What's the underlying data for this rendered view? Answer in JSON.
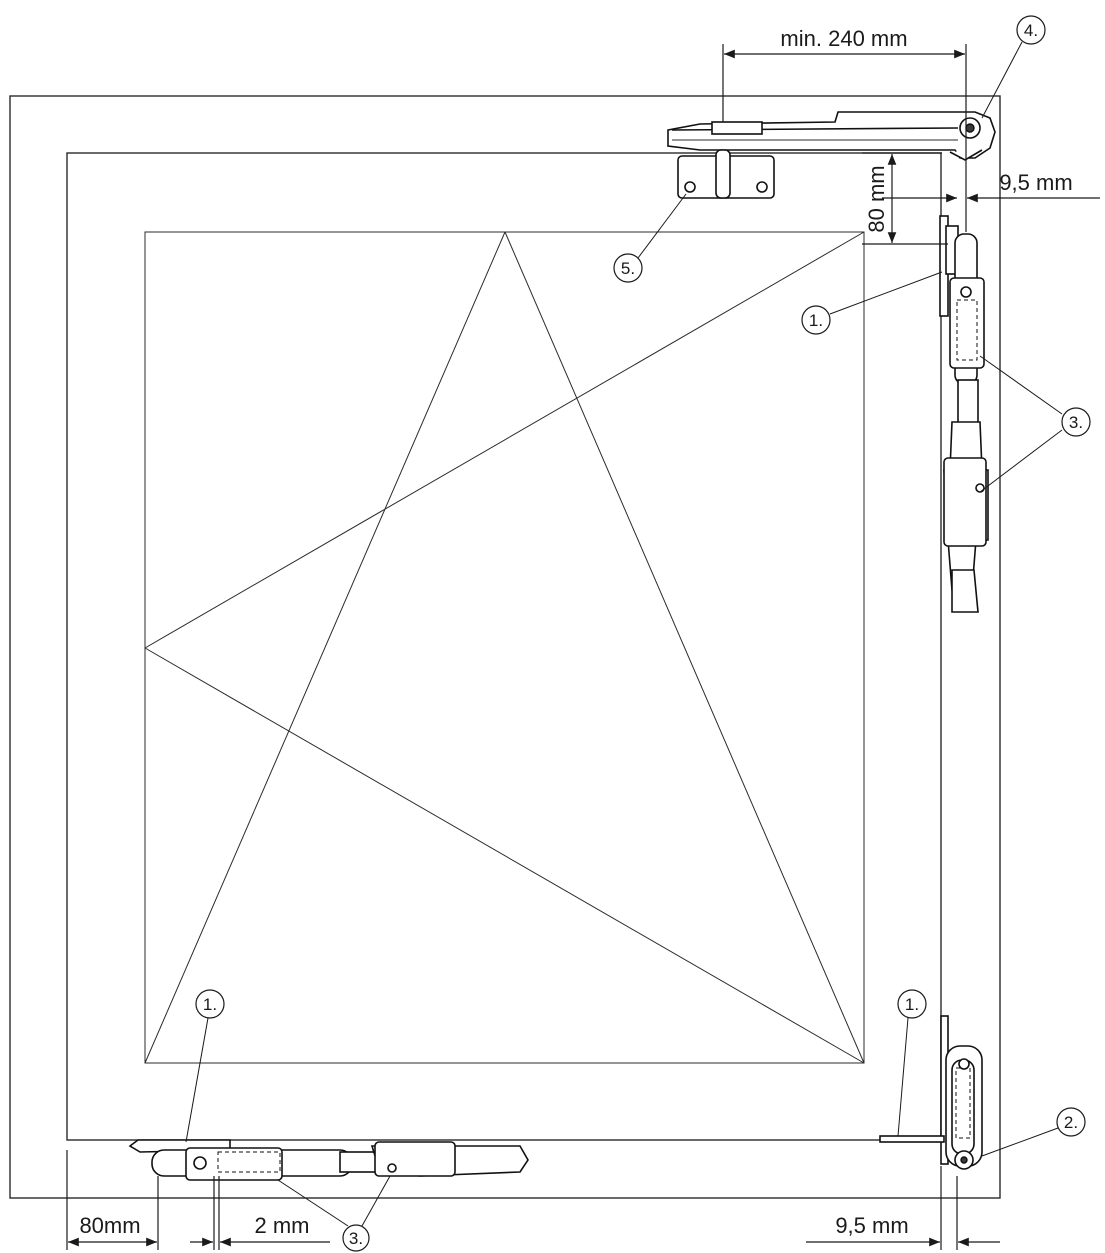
{
  "dimensions": {
    "min_240": "min. 240 mm",
    "d9_5_top": "9,5 mm",
    "d80_top": "80 mm",
    "d80_bottom": "80mm",
    "d2_bottom": "2 mm",
    "d9_5_bottom": "9,5 mm"
  },
  "callouts": {
    "c1_right_top": "1.",
    "c1_bottom_left": "1.",
    "c1_bottom_right": "1.",
    "c2": "2.",
    "c3_right": "3.",
    "c3_bottom": "3.",
    "c4": "4.",
    "c5": "5."
  }
}
